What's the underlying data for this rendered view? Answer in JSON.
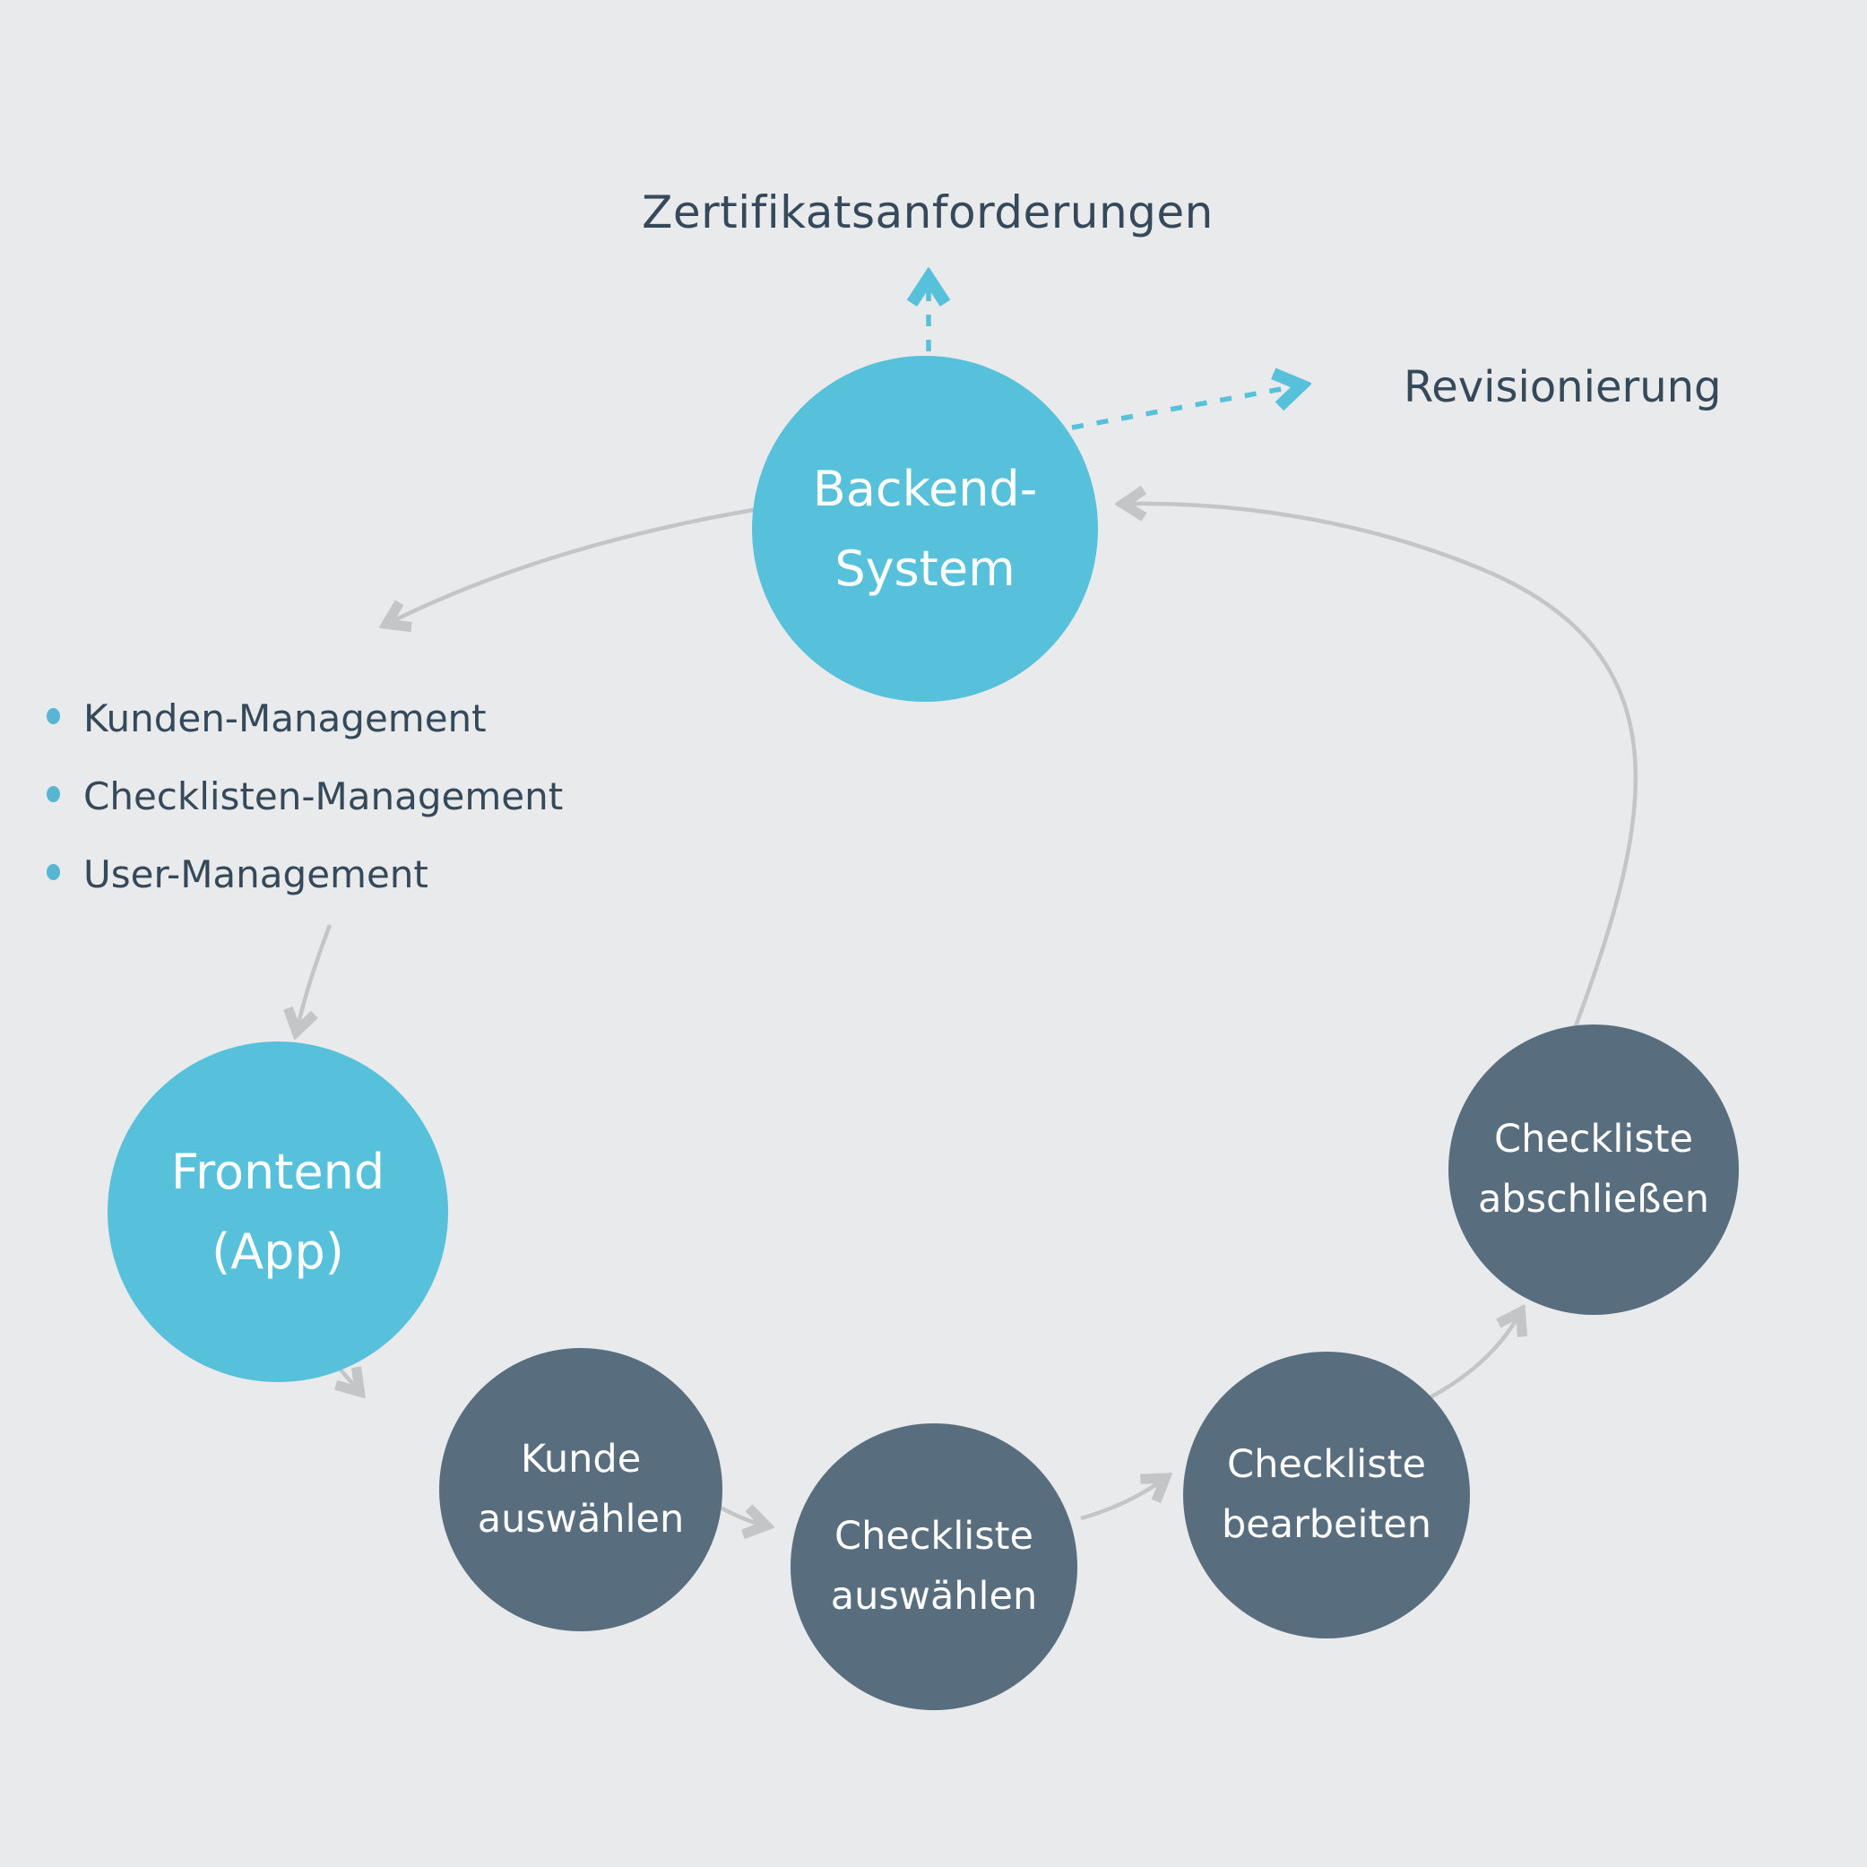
{
  "labels": {
    "top": "Zertifikatsanforderungen",
    "right": "Revisionierung"
  },
  "nodes": {
    "backend": {
      "lines": [
        "Backend-",
        "System"
      ]
    },
    "frontend": {
      "lines": [
        "Frontend",
        "(App)"
      ]
    },
    "kunde_auswaehlen": {
      "lines": [
        "Kunde",
        "auswählen"
      ]
    },
    "checkliste_auswaehlen": {
      "lines": [
        "Checkliste",
        "auswählen"
      ]
    },
    "checkliste_bearbeiten": {
      "lines": [
        "Checkliste",
        "bearbeiten"
      ]
    },
    "checkliste_abschliessen": {
      "lines": [
        "Checkliste",
        "abschließen"
      ]
    }
  },
  "management_list": {
    "items": [
      "Kunden-Management",
      "Checklisten-Management",
      "User-Management"
    ]
  },
  "colors": {
    "background": "#e8eaeb",
    "primary_blue": "#57c0da",
    "dark_slate": "#586e7e",
    "arrow_gray": "#c3c5c6",
    "text_dark": "#35495a",
    "bullet_blue": "#56b6d4",
    "white_text": "#ffffff"
  }
}
